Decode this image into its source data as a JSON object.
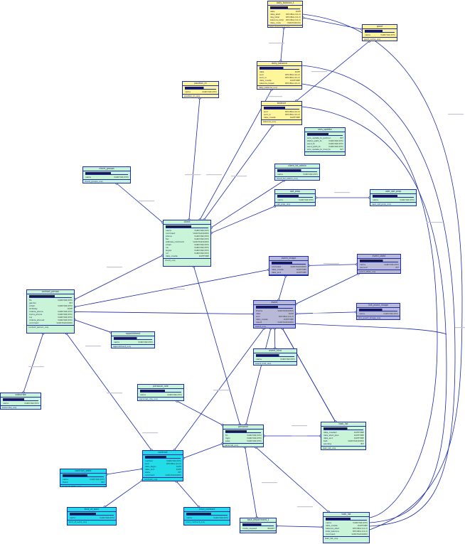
{
  "diagram": {
    "colors": {
      "line": "#1a2aa8",
      "green": "#c9f4d8",
      "yellow": "#fff59a",
      "gray": "#b8b9d6",
      "cyan": "#22dde8"
    },
    "entities": [
      {
        "id": "daily_balance_t",
        "title": "daily_balance_t",
        "color": "yellow",
        "rows": [
          [
            "date",
            "DATE"
          ],
          [
            "date_start",
            "DECIMAL(12,2)"
          ],
          [
            "day_total",
            "DECIMAL(12,2)"
          ],
          [
            "balance_total",
            "DECIMAL(12,2)"
          ],
          [
            "daily_code",
            "VARCHAR(64)"
          ]
        ],
        "index": "daily_balance_t_unq"
      },
      {
        "id": "good",
        "title": "good",
        "color": "yellow",
        "rows": [
          [
            "name",
            "VARCHAR(255)"
          ]
        ],
        "index": "good_name_unq"
      },
      {
        "id": "daily_balance",
        "title": "daily_balance",
        "color": "yellow",
        "rows": [
          [
            "date",
            "DATE"
          ],
          [
            "sum",
            "DECIMAL(12,2)"
          ],
          [
            "sum_in",
            "DECIMAL(12,2)"
          ],
          [
            "date_create",
            "DATETIME"
          ],
          [
            "balance_kopek",
            "DECIMAL(12,2)"
          ]
        ],
        "index": "daily_balance_unq"
      },
      {
        "id": "position_m",
        "title": "position_m",
        "color": "yellow",
        "rows": [
          [
            "name",
            "VARCHAR(255)"
          ]
        ],
        "index": "position_m_unq"
      },
      {
        "id": "balance",
        "title": "balance",
        "color": "yellow",
        "rows": [
          [
            "sum",
            "DECIMAL(12,2)"
          ],
          [
            "sum_in",
            "DECIMAL(12,2)"
          ],
          [
            "date_create",
            "DATETIME"
          ]
        ],
        "index": "balance_unq"
      },
      {
        "id": "sms_update",
        "title": "sms_update",
        "color": "green",
        "rows": [
          [
            "sms_update_to_partner",
            "BIT"
          ],
          [
            "status_path_to",
            "VARCHAR(255)"
          ],
          [
            "send_to",
            "VARCHAR(255)"
          ],
          [
            "send_path_to",
            "VARCHAR(255)"
          ],
          [
            "sms_update_to_mail_to",
            "BIT"
          ]
        ],
        "index": ""
      },
      {
        "id": "client_groups",
        "title": "client_groups",
        "color": "green",
        "rows": [
          [
            "name",
            "VARCHAR(255)"
          ]
        ],
        "index": "client_groups_unq"
      },
      {
        "id": "client_tel_admin",
        "title": "client_tel_admin",
        "color": "green",
        "rows": [
          [
            "name",
            "VARCHAR(255)"
          ]
        ],
        "index": "client_tel_admin_unq"
      },
      {
        "id": "opt_prop",
        "title": "opt_prop",
        "color": "green",
        "rows": [
          [
            "name",
            "VARCHAR(255)"
          ]
        ],
        "index": "opt_prop_unq"
      },
      {
        "id": "user_opt_prop",
        "title": "user_opt_prop",
        "color": "green",
        "rows": [
          [
            "name",
            "VARCHAR(255)"
          ]
        ],
        "index": "user_opt_prop_unq"
      },
      {
        "id": "client",
        "title": "client",
        "color": "green",
        "rows": [
          [
            "name",
            "VARCHAR(255)"
          ],
          [
            "comment",
            "VARCHAR(4000)"
          ],
          [
            "phone",
            "VARCHAR(255)"
          ],
          [
            "fax",
            "VARCHAR(255)"
          ],
          [
            "address_comment",
            "VARCHAR(4000)"
          ],
          [
            "email",
            "VARCHAR(255)"
          ],
          [
            "inn",
            "VARCHAR(255)"
          ],
          [
            "skype",
            "VARCHAR(255)"
          ],
          [
            "url",
            "VARCHAR(255)"
          ],
          [
            "date_create",
            "DATETIME"
          ]
        ],
        "index": "client_unq"
      },
      {
        "id": "event_image",
        "title": "event_image",
        "color": "gray",
        "rows": [
          [
            "comment",
            "VARCHAR(4000)"
          ],
          [
            "date_create",
            "DATETIME"
          ],
          [
            "date_end",
            "DATETIME"
          ]
        ],
        "index": ""
      },
      {
        "id": "event_state",
        "title": "event_state",
        "color": "gray",
        "rows": [
          [
            "name",
            "VARCHAR(255)"
          ],
          [
            "percent",
            "INT"
          ]
        ],
        "index": "event_state_unq"
      },
      {
        "id": "contact_person",
        "title": "contact_person",
        "color": "green",
        "rows": [
          [
            "fio",
            "VARCHAR(255)"
          ],
          [
            "gender",
            "BIT"
          ],
          [
            "email",
            "VARCHAR(255)"
          ],
          [
            "birthday",
            "DATE"
          ],
          [
            "mobile_phone",
            "VARCHAR(255)"
          ],
          [
            "home_phone",
            "VARCHAR(255)"
          ],
          [
            "icq",
            "VARCHAR(255)"
          ],
          [
            "mobile_phone2",
            "VARCHAR(255)"
          ],
          [
            "comment",
            "VARCHAR(4000)"
          ]
        ],
        "index": "contact_person_unq"
      },
      {
        "id": "event",
        "title": "event",
        "color": "gray",
        "rows": [
          [
            "theme",
            "VARCHAR(4000)"
          ],
          [
            "date",
            "DATE"
          ],
          [
            "sum",
            "DECIMAL(12,2)"
          ],
          [
            "date_create",
            "DATETIME"
          ],
          [
            "result",
            "VARCHAR(4000)"
          ]
        ],
        "index": "event_unq"
      },
      {
        "id": "link_event_image",
        "title": "link_event_image",
        "color": "gray",
        "rows": [
          [
            "name",
            "VARCHAR(255)"
          ]
        ],
        "index": "link_event_image_unq"
      },
      {
        "id": "appointment",
        "title": "appointment",
        "color": "green",
        "rows": [
          [
            "name",
            "VARCHAR(255)"
          ]
        ],
        "index": "appointment_unq"
      },
      {
        "id": "event_kind",
        "title": "event_kind",
        "color": "green",
        "rows": [
          [
            "name",
            "VARCHAR(255)"
          ]
        ],
        "index": "event_kind_unq"
      },
      {
        "id": "subscribe",
        "title": "subscribe",
        "color": "green",
        "rows": [
          [
            "name",
            "VARCHAR(255)"
          ]
        ],
        "index": "subscribe_unq"
      },
      {
        "id": "personal_role",
        "title": "personal_role",
        "color": "green",
        "rows": [
          [
            "name",
            "VARCHAR(255)"
          ]
        ],
        "index": "personal_role_unq"
      },
      {
        "id": "personal",
        "title": "personal",
        "color": "green",
        "rows": [
          [
            "fio",
            "VARCHAR(255)"
          ],
          [
            "login",
            "VARCHAR(255)"
          ],
          [
            "pass",
            "VARCHAR(255)"
          ]
        ],
        "index": "personal_unq"
      },
      {
        "id": "task_list",
        "title": "task_list",
        "color": "green",
        "rows": [
          [
            "date_created",
            "DATETIME"
          ],
          [
            "date_start_plan",
            "DATETIME"
          ],
          [
            "date_end",
            "DATETIME"
          ],
          [
            "text",
            "VARCHAR(4000)"
          ],
          [
            "sending",
            "BIT"
          ]
        ],
        "index": "task_list_unq"
      },
      {
        "id": "contract",
        "title": "contract",
        "color": "cyan",
        "rows": [
          [
            "number",
            "VARCHAR(255)"
          ],
          [
            "sum",
            "DECIMAL(12,2)"
          ],
          [
            "date_begin",
            "DATE"
          ],
          [
            "date_end",
            "DATE"
          ],
          [
            "state",
            "INT"
          ],
          [
            "comment",
            "VARCHAR(4000)"
          ]
        ],
        "index": "contract_unq"
      },
      {
        "id": "contract_state",
        "title": "contract_state",
        "color": "cyan",
        "rows": [
          [
            "name",
            "VARCHAR(255)"
          ],
          [
            "finish",
            "BIT"
          ]
        ],
        "index": "contract_state_unq"
      },
      {
        "id": "kind_of_work",
        "title": "kind_of_work",
        "color": "cyan",
        "rows": [
          [
            "name",
            "VARCHAR(255)"
          ]
        ],
        "index": "kind_of_work_unq"
      },
      {
        "id": "nmcl_contract",
        "title": "nmcl_contract",
        "color": "cyan",
        "rows": [
          [
            "name",
            "VARCHAR(255)"
          ]
        ],
        "index": "nmcl_contract_unq"
      },
      {
        "id": "task_department",
        "title": "task_department_t",
        "color": "green",
        "rows": [
          [
            "mode_request",
            "BIGINT"
          ]
        ],
        "index": ""
      },
      {
        "id": "task_list2",
        "title": "task_list",
        "color": "green",
        "rows": [
          [
            "name",
            "VARCHAR(255)"
          ],
          [
            "date_create",
            "DATETIME"
          ],
          [
            "balance_start",
            "DECIMAL(12,2)"
          ],
          [
            "total_balance",
            "DECIMAL(12,2)"
          ],
          [
            "comment",
            "VARCHAR(4000)"
          ]
        ],
        "index": "task_list_unq"
      }
    ]
  }
}
